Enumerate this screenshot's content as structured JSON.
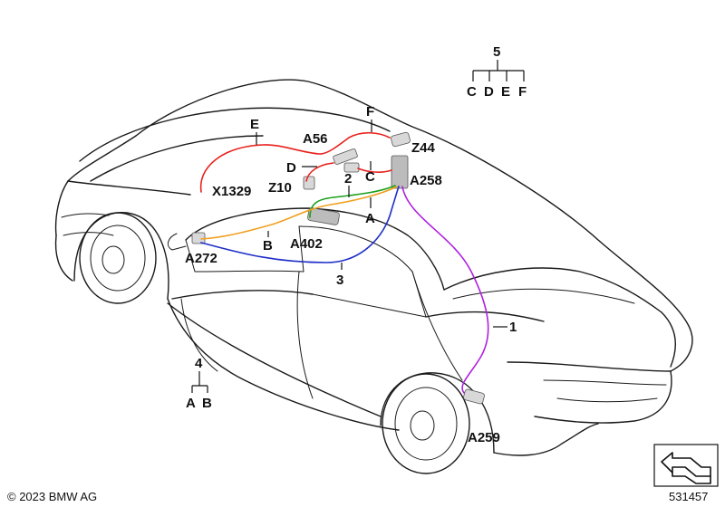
{
  "colors": {
    "red": "#e8211c",
    "green": "#1aa01a",
    "orange": "#f0a020",
    "blue": "#1f2fc8",
    "purple": "#b020e0"
  },
  "labels": {
    "E": "E",
    "F": "F",
    "A56": "A56",
    "Z44": "Z44",
    "D": "D",
    "C": "C",
    "A258": "A258",
    "X1329": "X1329",
    "Z10": "Z10",
    "n2": "2",
    "A": "A",
    "A402": "A402",
    "B": "B",
    "A272": "A272",
    "n3": "3",
    "n1": "1",
    "A259": "A259"
  },
  "legend_5": {
    "number": "5",
    "letters": [
      "C",
      "D",
      "E",
      "F"
    ]
  },
  "legend_4": {
    "number": "4",
    "letters": [
      "A",
      "B"
    ]
  },
  "footer": {
    "copyright": "© 2023 BMW AG",
    "diagram_id": "531457"
  },
  "nav_icon": "view-arrow-icon"
}
